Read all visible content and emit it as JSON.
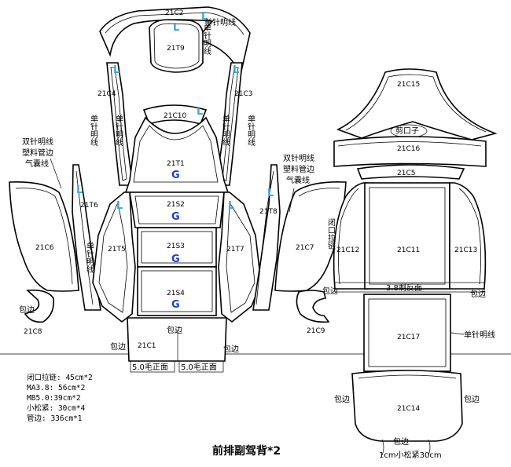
{
  "title": "前排副驾背*2",
  "legend": [
    "闭口拉链: 45cm*2",
    "MA3.8: 56cm*2",
    "MB5.0:39cm*2",
    "小松紧: 30cm*4",
    "管边: 336cm*1"
  ],
  "pieces": {
    "c2": "21C2",
    "t9": "21T9",
    "c4": "21C4",
    "c3": "21C3",
    "c10": "21C10",
    "t1": "21T1",
    "t6": "21T6",
    "t8": "21T8",
    "c6": "21C6",
    "c7": "21C7",
    "t5": "21T5",
    "t7": "21T7",
    "s2": "21S2",
    "s3": "21S3",
    "s4": "21S4",
    "c8": "21C8",
    "c9": "21C9",
    "c1": "21C1",
    "c15": "21C15",
    "c16": "21C16",
    "c5": "21C5",
    "c11": "21C11",
    "c12": "21C12",
    "c13": "21C13",
    "c17": "21C17",
    "c14": "21C14"
  },
  "marks": {
    "l": "L",
    "g": "G"
  },
  "notes": {
    "single_stitch": "单针明线",
    "double_stitch": "双针明线",
    "piping": "塑料管边",
    "airbag": "气囊线",
    "binding": "包边",
    "scissor": "剪口子",
    "reverse": "3.8剩反面",
    "wool_front": "5.0毛正面",
    "elastic": "1cm小松紧30cm",
    "zipper": "闭口拉链"
  },
  "colors": {
    "mark_l": "#3fa7d6",
    "mark_g": "#1a3fcf",
    "line": "#000000"
  }
}
